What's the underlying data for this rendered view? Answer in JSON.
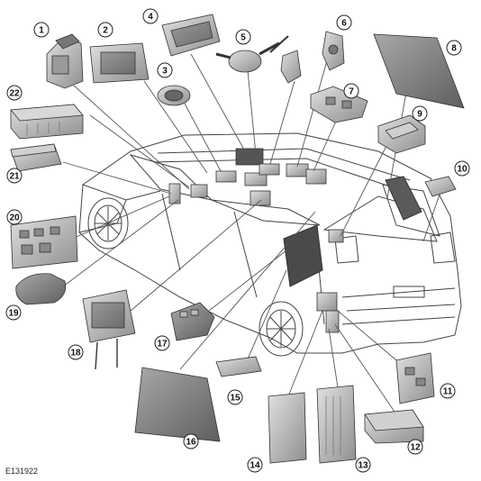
{
  "figure": {
    "code": "E131922",
    "callouts": [
      "1",
      "2",
      "3",
      "4",
      "5",
      "6",
      "7",
      "8",
      "9",
      "10",
      "11",
      "12",
      "13",
      "14",
      "15",
      "16",
      "17",
      "18",
      "19",
      "20",
      "21",
      "22"
    ]
  },
  "colors": {
    "outline": "#2a2a2a",
    "component_fill": "#bdbdbd",
    "component_dark": "#8a8a8a",
    "vehicle_line": "#444444",
    "leader_line": "#555555"
  }
}
